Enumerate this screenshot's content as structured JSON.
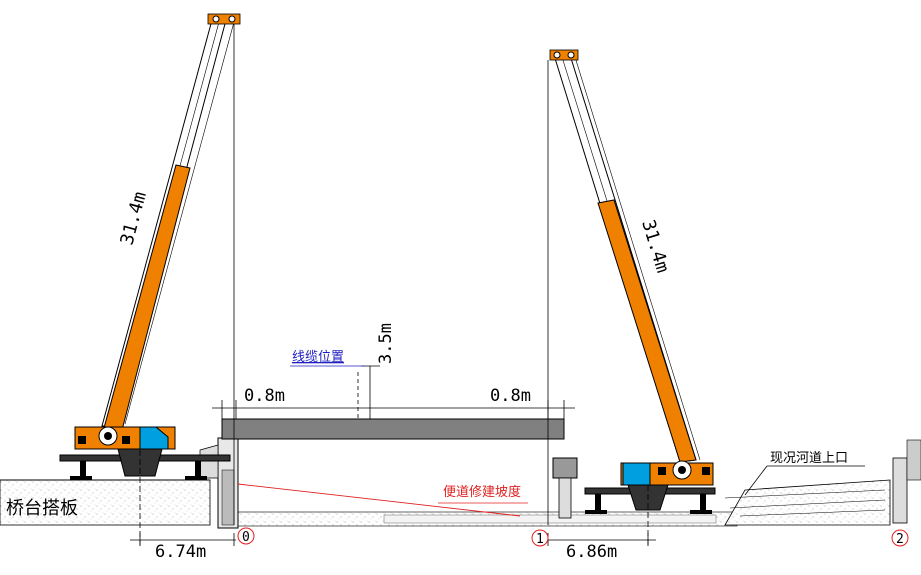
{
  "left_crane": {
    "boom_length_label": "31.4m",
    "working_radius_label": "6.74m"
  },
  "right_crane": {
    "boom_length_label": "31.4m",
    "working_radius_label": "6.86m"
  },
  "beam": {
    "left_overhang_label": "0.8m",
    "right_overhang_label": "0.8m",
    "cable_height_label": "3.5m"
  },
  "annotations": {
    "cable_position": "线缆位置",
    "detour_slope": "便道修建坡度",
    "abutment_slab": "桥台搭板",
    "river_bank": "现况河道上口"
  },
  "axes": {
    "axis_0": "0",
    "axis_1": "1",
    "axis_2": "2"
  },
  "colors": {
    "boom_orange": "#f08000",
    "cab_blue": "#00a0e0",
    "beam_gray": "#808080",
    "slope_red": "#e02020",
    "note_blue": "#2020c0"
  }
}
